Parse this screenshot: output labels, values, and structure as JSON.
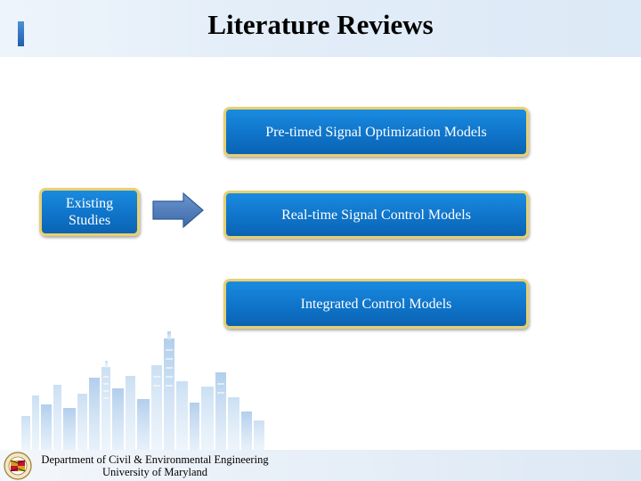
{
  "slide": {
    "title": "Literature Reviews"
  },
  "diagram": {
    "source_box": "Existing\nStudies",
    "target_boxes": [
      "Pre-timed Signal Optimization Models",
      "Real-time Signal Control Models",
      "Integrated Control Models"
    ]
  },
  "footer": {
    "department": "Department of Civil & Environmental Engineering",
    "university": "University of Maryland"
  },
  "colors": {
    "box_fill": "#0f74c9",
    "box_border": "#e8d070",
    "arrow_fill": "#4a77b6",
    "skyline": "#b8d4ef"
  },
  "icons": [
    "right-arrow-icon",
    "city-skyline-graphic",
    "university-seal-icon"
  ]
}
